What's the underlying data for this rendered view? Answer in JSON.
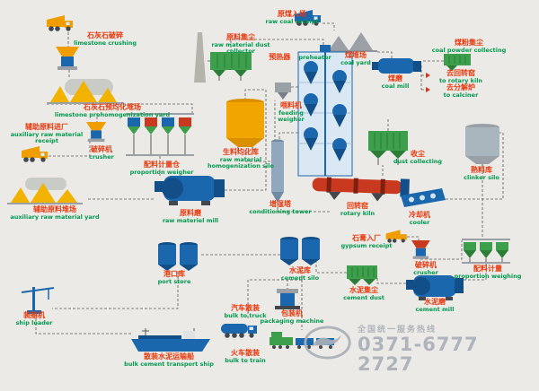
{
  "watermark": {
    "hotline": "全国统一服务热线",
    "phone": "0371-6777  2727"
  },
  "labels": {
    "limestone_crushing": {
      "zh": "石灰石破碎",
      "en": "limestone crushing"
    },
    "limestone_yard": {
      "zh": "石灰石预均化堆场",
      "en": "limestone prehomogenization yard"
    },
    "aux_receipt": {
      "zh": "辅助原料进厂",
      "en": "auxiliary raw material receipt"
    },
    "crusher_left": {
      "zh": "破碎机",
      "en": "crusher"
    },
    "aux_yard": {
      "zh": "辅助原料堆场",
      "en": "auxiliary raw material yard"
    },
    "proportion_weigher": {
      "zh": "配料计量仓",
      "en": "proportion weigher"
    },
    "raw_mill": {
      "zh": "原料磨",
      "en": "raw materiel mill"
    },
    "homog_silo": {
      "zh": "生料均化库",
      "en": "raw material homogenization silo"
    },
    "feeding_weigher": {
      "zh": "喂料机",
      "en": "feeding weigher"
    },
    "raw_dust": {
      "zh": "原料集尘",
      "en": "raw material dust collector"
    },
    "raw_coal": {
      "zh": "原煤入场",
      "en": "raw coal receipt"
    },
    "coal_yard": {
      "zh": "煤堆场",
      "en": "coal yard"
    },
    "coal_powder_dust": {
      "zh": "煤粉集尘",
      "en": "coal powder collecting"
    },
    "to_rotary_kiln": {
      "zh": "去回转窑",
      "en": "to rotary kiln"
    },
    "to_calciner": {
      "zh": "去分解炉",
      "en": "to calciner"
    },
    "coal_mill": {
      "zh": "煤磨",
      "en": "coal mill"
    },
    "preheater": {
      "zh": "预热器",
      "en": "preheater"
    },
    "conditioning_tower": {
      "zh": "增湿塔",
      "en": "conditioning tower"
    },
    "rotary_kiln": {
      "zh": "回转窑",
      "en": "rotary kiln"
    },
    "dust_collecting": {
      "zh": "收尘",
      "en": "dust collecting"
    },
    "clinker_silo": {
      "zh": "熟料库",
      "en": "clinker silo"
    },
    "cooler": {
      "zh": "冷却机",
      "en": "cooler"
    },
    "gypsum_receipt": {
      "zh": "石膏入厂",
      "en": "gypsum receipt"
    },
    "crusher_right": {
      "zh": "破碎机",
      "en": "crusher"
    },
    "proportion_weighing": {
      "zh": "配料计量",
      "en": "proportion weighing"
    },
    "cement_mill": {
      "zh": "水泥磨",
      "en": "cement mill"
    },
    "cement_dust": {
      "zh": "水泥集尘",
      "en": "cement dust"
    },
    "cement_silo": {
      "zh": "水泥库",
      "en": "cement silo"
    },
    "port_store": {
      "zh": "港口库",
      "en": "port store"
    },
    "ship_loader": {
      "zh": "装船机",
      "en": "ship loader"
    },
    "bulk_ship": {
      "zh": "散装水泥运输船",
      "en": "bulk cement transport ship"
    },
    "bulk_truck": {
      "zh": "汽车散装",
      "en": "bulk to truck"
    },
    "bulk_train": {
      "zh": "火车散装",
      "en": "bulk to train"
    },
    "packaging": {
      "zh": "包装机",
      "en": "packaging machine"
    }
  },
  "colors": {
    "bg": "#eceae6",
    "label_zh": "#e8380c",
    "label_en": "#009a4e",
    "blue": "#1b67ae",
    "blue_dark": "#124f88",
    "orange": "#f09d00",
    "yellow": "#f2b200",
    "green": "#3d9e4b",
    "green_dark": "#2b7d38",
    "red": "#c8391f",
    "gray": "#9aa0a6",
    "line": "#5a5a5a",
    "watermark": "#a9b0b8"
  }
}
